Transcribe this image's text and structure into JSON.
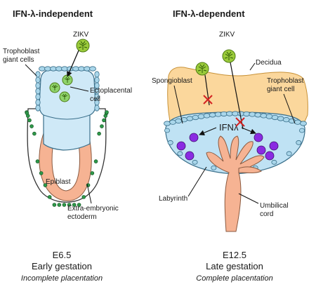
{
  "panels": {
    "left": {
      "title": "IFN-λ-independent",
      "labels": {
        "zikv": "ZIKV",
        "trophoblast": [
          "Trophoblast",
          "giant cells"
        ],
        "ectoplacental": [
          "Ectoplacental",
          "cell"
        ],
        "epiblast": "Epiblast",
        "extra_embryonic": [
          "Extra-embryonic",
          "ectoderm"
        ]
      },
      "caption": {
        "stage": "E6.5",
        "phase": "Early gestation",
        "placentation": "Incomplete placentation"
      }
    },
    "right": {
      "title": "IFN-λ-dependent",
      "labels": {
        "zikv": "ZIKV",
        "decidua": "Decidua",
        "spongioblast": "Spongioblast",
        "trophoblast": [
          "Trophoblast",
          "giant cell"
        ],
        "ifn": "IFNλ",
        "labyrinth": "Labyrinth",
        "umbilical": [
          "Umbilical",
          "cord"
        ]
      },
      "caption": {
        "stage": "E12.5",
        "phase": "Late gestation",
        "placentation": "Complete placentation"
      }
    }
  },
  "colors": {
    "trophoblast_cell": "#a9d6ea",
    "ectoplacental": "#cfe9f7",
    "epiblast": "#f6b393",
    "decidua": "#fbd79c",
    "virus": "#9bcb3b",
    "ifn_cell": "#8a2be2",
    "green_cell": "#2e9a4a",
    "block_mark": "#d32222"
  },
  "icons": [
    "zikv-virus-icon",
    "block-x-icon",
    "arrow-icon"
  ]
}
